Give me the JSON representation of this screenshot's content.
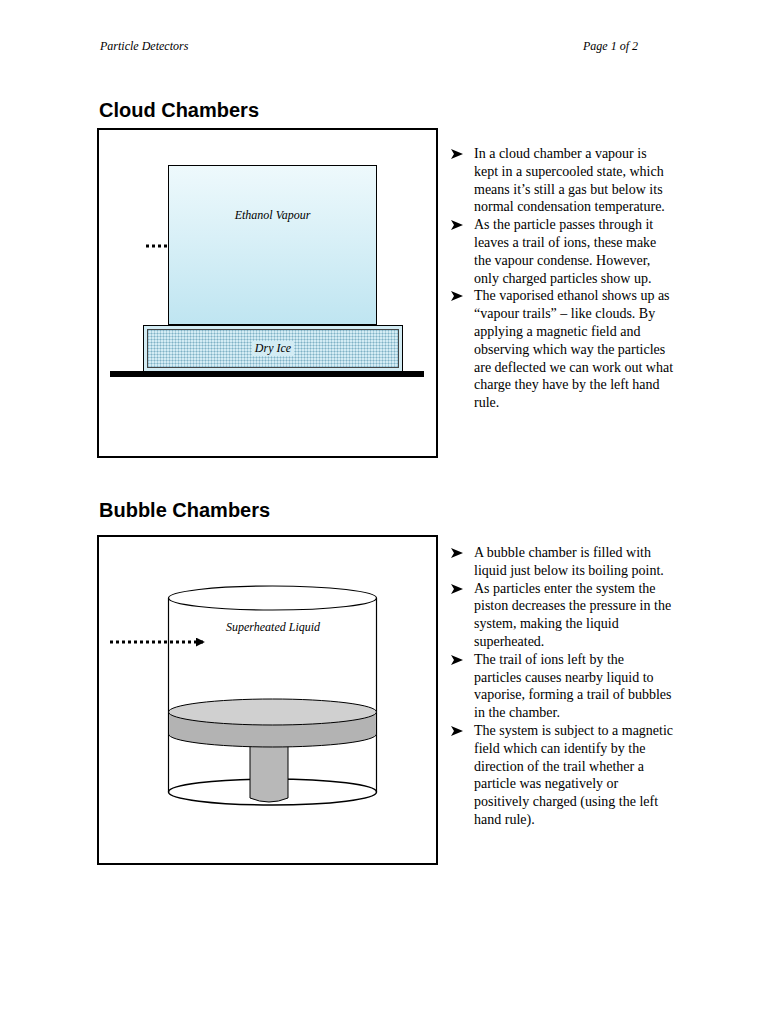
{
  "diagram": {
    "nodes": [
      {
        "text": [
          "Ethanol Vapour"
        ]
      },
      {
        "text": [
          "Dry Ice"
        ]
      },
      {
        "text": [
          "Superheated Liquid"
        ]
      }
    ],
    "labels": [
      "Particle Detectors",
      "Page 1 of 2",
      "Cloud Chambers",
      "In a cloud chamber a vapour is kept in a supercooled state, which means it’s still a gas but below its normal condensation temperature.",
      "As the particle passes through it leaves a trail of ions, these make the vapour condense. However, only charged particles show up.",
      "The vaporised ethanol shows up as “vapour trails” – like clouds. By applying a magnetic field and observing which way the particles are deflected we can work out what charge they have by the left hand rule.",
      "Bubble Chambers",
      "A bubble chamber is filled with liquid just below its boiling point.",
      "As particles enter the system the piston decreases the pressure in the system, making the liquid superheated.",
      "The trail of ions left by the particles causes nearby liquid to vaporise, forming a trail of bubbles in the chamber.",
      "The system is subject to a magnetic field which can identify by the direction of the trail whether a particle was negatively or positively charged (using the left hand rule)."
    ]
  }
}
